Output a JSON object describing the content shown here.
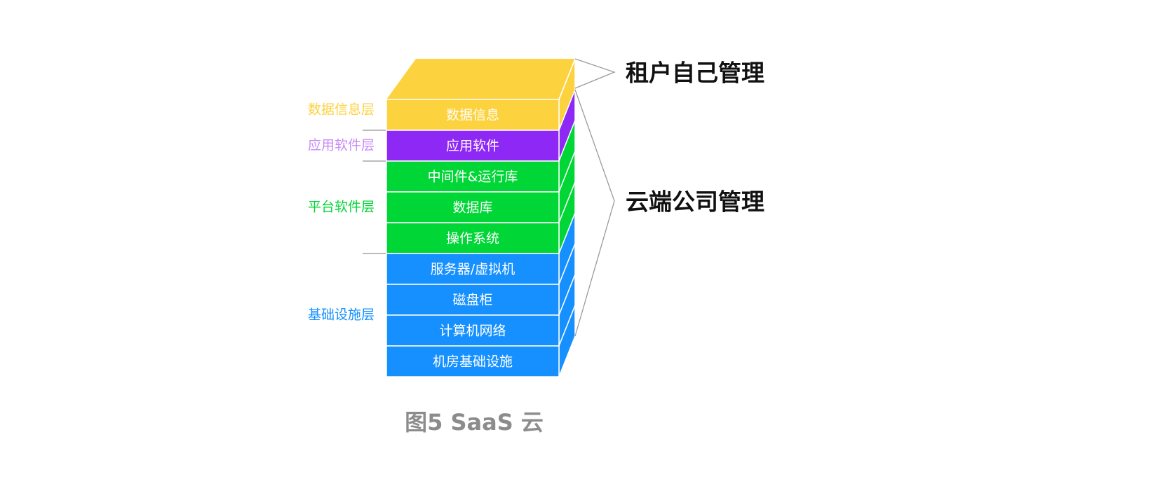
{
  "diagram": {
    "rows": [
      {
        "label": "数据信息",
        "color": "#FDD23F"
      },
      {
        "label": "应用软件",
        "color": "#8E28F5"
      },
      {
        "label": "中间件&运行库",
        "color": "#00D636"
      },
      {
        "label": "数据库",
        "color": "#00D636"
      },
      {
        "label": "操作系统",
        "color": "#00D636"
      },
      {
        "label": "服务器/虚拟机",
        "color": "#1690FF"
      },
      {
        "label": "磁盘柜",
        "color": "#1690FF"
      },
      {
        "label": "计算机网络",
        "color": "#1690FF"
      },
      {
        "label": "机房基础设施",
        "color": "#1690FF"
      }
    ],
    "top_color": "#FDD23F",
    "layers": [
      {
        "label": "数据信息层",
        "color": "#FDD23F",
        "rows": [
          0
        ]
      },
      {
        "label": "应用软件层",
        "color": "#C88BF7",
        "rows": [
          1
        ]
      },
      {
        "label": "平台软件层",
        "color": "#00D636",
        "rows": [
          2,
          3,
          4
        ]
      },
      {
        "label": "基础设施层",
        "color": "#1690FF",
        "rows": [
          5,
          6,
          7,
          8
        ]
      }
    ],
    "management": [
      {
        "label": "租户自己管理",
        "rows": "top"
      },
      {
        "label": "云端公司管理",
        "rows": "rest"
      }
    ],
    "caption": "图5 SaaS 云",
    "separator_color": "#a6a6a6",
    "bracket_color": "#9a9a9a"
  }
}
